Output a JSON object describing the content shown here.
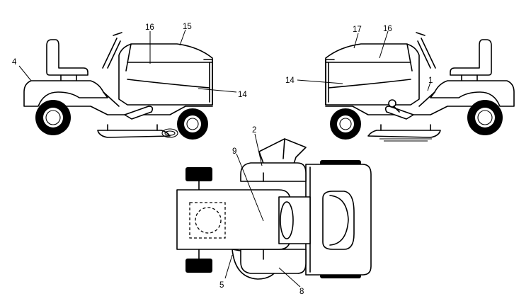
{
  "callouts": [
    {
      "id": "c4",
      "text": "4"
    },
    {
      "id": "c16a",
      "text": "16"
    },
    {
      "id": "c15",
      "text": "15"
    },
    {
      "id": "c14a",
      "text": "14"
    },
    {
      "id": "c17",
      "text": "17"
    },
    {
      "id": "c16b",
      "text": "16"
    },
    {
      "id": "c14b",
      "text": "14"
    },
    {
      "id": "c1",
      "text": "1"
    },
    {
      "id": "c2",
      "text": "2"
    },
    {
      "id": "c9",
      "text": "9"
    },
    {
      "id": "c5",
      "text": "5"
    },
    {
      "id": "c8",
      "text": "8"
    }
  ]
}
